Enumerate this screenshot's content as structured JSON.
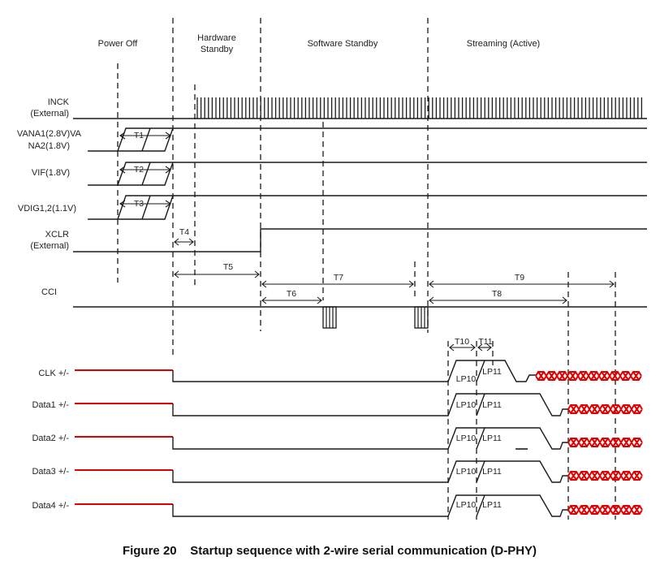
{
  "phases": {
    "power_off": "Power Off",
    "hw_standby_1": "Hardware",
    "hw_standby_2": "Standby",
    "sw_standby": "Software Standby",
    "streaming": "Streaming (Active)"
  },
  "signals": {
    "inck_1": "INCK",
    "inck_2": "(External)",
    "vana_1": "VANA1(2.8V)VA",
    "vana_2": "NA2(1.8V)",
    "vif": "VIF(1.8V)",
    "vdig": "VDIG1,2(1.1V)",
    "xclr_1": "XCLR",
    "xclr_2": "(External)",
    "cci": "CCI",
    "clk": "CLK +/-",
    "data1": "Data1 +/-",
    "data2": "Data2 +/-",
    "data3": "Data3 +/-",
    "data4": "Data4 +/-"
  },
  "timings": {
    "t1": "T1",
    "t2": "T2",
    "t3": "T3",
    "t4": "T4",
    "t5": "T5",
    "t6": "T6",
    "t7": "T7",
    "t8": "T8",
    "t9": "T9",
    "t10": "T10",
    "t11": "T11"
  },
  "lp_states": {
    "lp10": "LP10",
    "lp11": "LP11"
  },
  "caption": "Figure 20    Startup sequence with 2-wire serial communication (D-PHY)",
  "colors": {
    "line": "#1a1a1a",
    "lane_idle": "#e00000",
    "lane_data": "#e00000"
  }
}
